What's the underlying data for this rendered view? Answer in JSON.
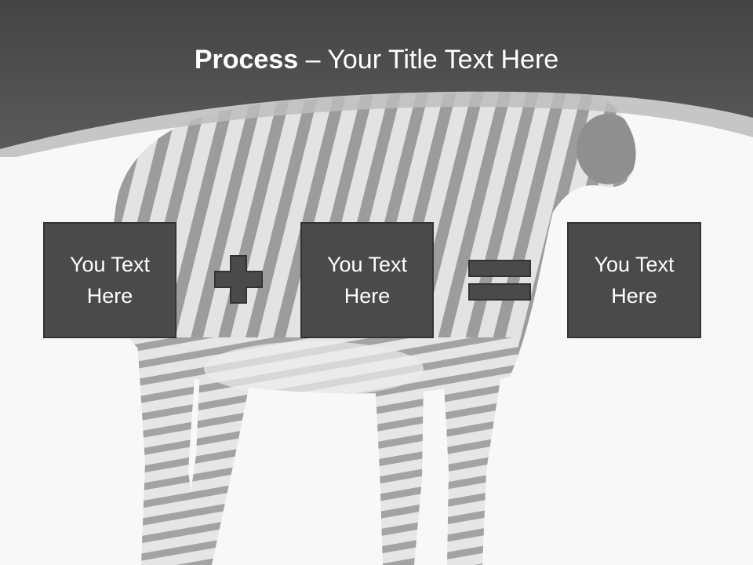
{
  "slide": {
    "title_bold": "Process",
    "title_rest": " – Your Title Text Here",
    "boxes": [
      {
        "text": "You Text Here"
      },
      {
        "text": "You Text Here"
      },
      {
        "text": "You Text Here"
      }
    ],
    "operators": [
      "plus-icon",
      "equals-icon"
    ],
    "background_image": "zebra",
    "colors": {
      "header": "#4d4d4d",
      "header_arc": "#bdbdbd",
      "box_fill": "#4a4a4a",
      "box_border": "#333333",
      "text": "#ffffff",
      "background": "#f8f8f8"
    }
  }
}
